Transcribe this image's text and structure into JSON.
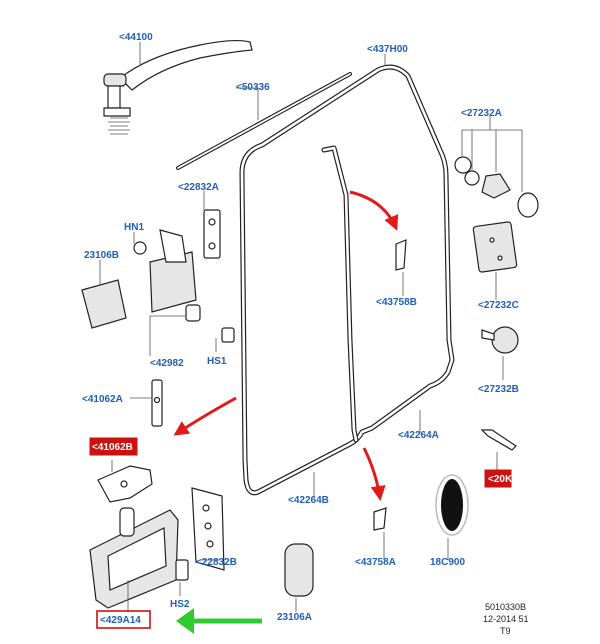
{
  "labels": {
    "p44100": "<44100",
    "p50336": "<50336",
    "p437h00": "<437H00",
    "p27232a": "<27232A",
    "p22832a": "<22832A",
    "hn1": "HN1",
    "p23106b": "23106B",
    "p43758b": "<43758B",
    "p27232c": "<27232C",
    "p42982": "<42982",
    "hs1": "HS1",
    "p27232b": "<27232B",
    "p41062a": "<41062A",
    "p42264a": "<42264A",
    "p41062b": "<41062B",
    "p42264b": "<42264B",
    "p20k": "<20K",
    "p22832b": "<22832B",
    "p43758a": "<43758A",
    "p18c900": "18C900",
    "p429a14": "<429A14",
    "hs2": "HS2",
    "p23106a": "23106A"
  },
  "footer": {
    "code": "5010330B",
    "date": "12-2014 51",
    "ref": "T9"
  },
  "colors": {
    "label_blue": "#1f5fb8",
    "highlight_red": "#cc1111",
    "arrow_red": "#e11a1a",
    "arrow_green": "#2ecc2e"
  }
}
